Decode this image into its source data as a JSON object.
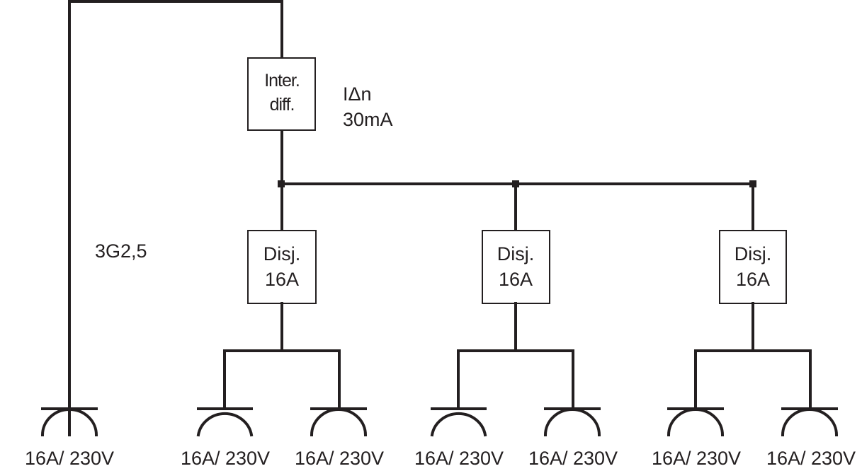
{
  "rcd": {
    "line1": "Inter.",
    "line2": "diff."
  },
  "rcd_rating": {
    "line1": "IΔn",
    "line2": "30mA"
  },
  "cable": "3G2,5",
  "breakers": [
    {
      "line1": "Disj.",
      "line2": "16A"
    },
    {
      "line1": "Disj.",
      "line2": "16A"
    },
    {
      "line1": "Disj.",
      "line2": "16A"
    }
  ],
  "outlets": [
    "16A/ 230V",
    "16A/ 230V",
    "16A/ 230V",
    "16A/ 230V",
    "16A/ 230V",
    "16A/ 230V",
    "16A/ 230V"
  ]
}
